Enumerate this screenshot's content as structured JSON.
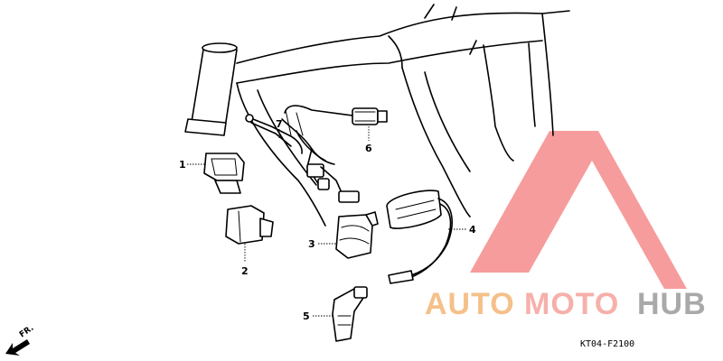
{
  "diagram": {
    "callouts": [
      {
        "number": "1"
      },
      {
        "number": "2"
      },
      {
        "number": "3"
      },
      {
        "number": "4"
      },
      {
        "number": "5"
      },
      {
        "number": "6"
      },
      {
        "number": "7"
      }
    ],
    "direction_label": "FR.",
    "figure_code": "KT04-F2100"
  },
  "watermark": {
    "word_part_1": "AUTO",
    "word_part_2": "MOTO",
    "word_part_3": "HUB",
    "colors": {
      "auto": "#f5c08a",
      "moto": "#f6b0aa",
      "hub": "#a9a9a9",
      "logo": "#f58b8b"
    }
  }
}
